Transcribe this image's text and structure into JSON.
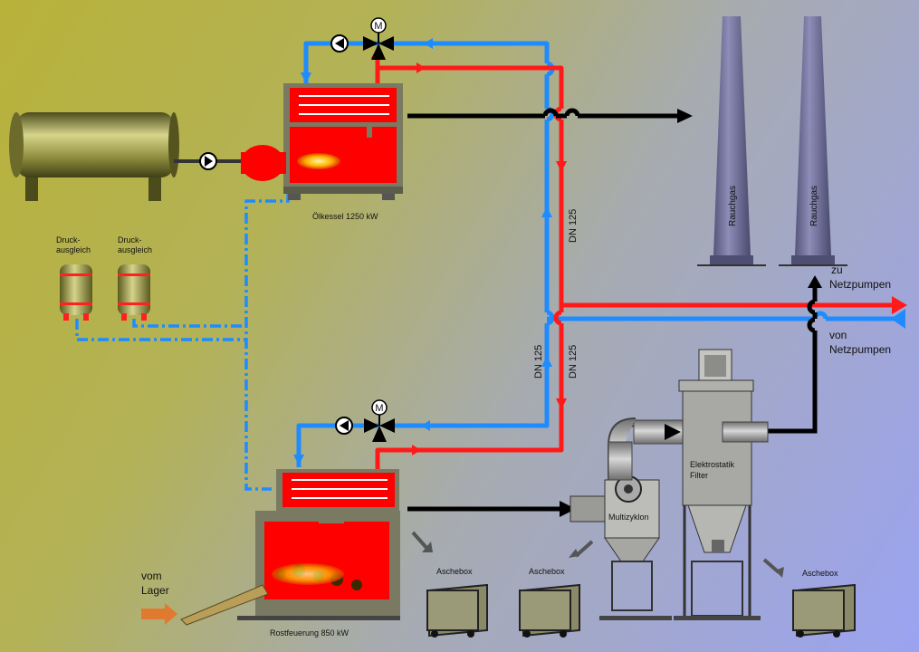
{
  "labels": {
    "druck_1": [
      "Druck-",
      "ausgleich"
    ],
    "druck_2": [
      "Druck-",
      "ausgleich"
    ],
    "oelkessel": "Ölkessel  1250  kW",
    "rostfeuerung": "Rostfeuerung 850  kW",
    "rauchgas_1": "Rauchgas",
    "rauchgas_2": "Rauchgas",
    "dn_upper": "DN  125",
    "dn_lower_left": "DN  125",
    "dn_lower_right": "DN  125",
    "zu_netzpumpen": [
      "zu",
      "Netzpumpen"
    ],
    "von_netzpumpen": [
      "von",
      "Netzpumpen"
    ],
    "vom_lager": [
      "vom",
      "Lager"
    ],
    "aschebox_1": "Aschebox",
    "aschebox_2": "Aschebox",
    "aschebox_3": "Aschebox",
    "multizyklon": "Multizyklon",
    "filter": [
      "Elektrostatik",
      "Filter"
    ],
    "motor_1": "M",
    "motor_2": "M"
  },
  "colors": {
    "supply_red": "#ff1a1a",
    "return_blue": "#1e8cff",
    "flue_black": "#000000",
    "boiler_red": "#ff0000",
    "steel_grey": "#9a9a96",
    "tank_olive": "#8a8a3a"
  }
}
